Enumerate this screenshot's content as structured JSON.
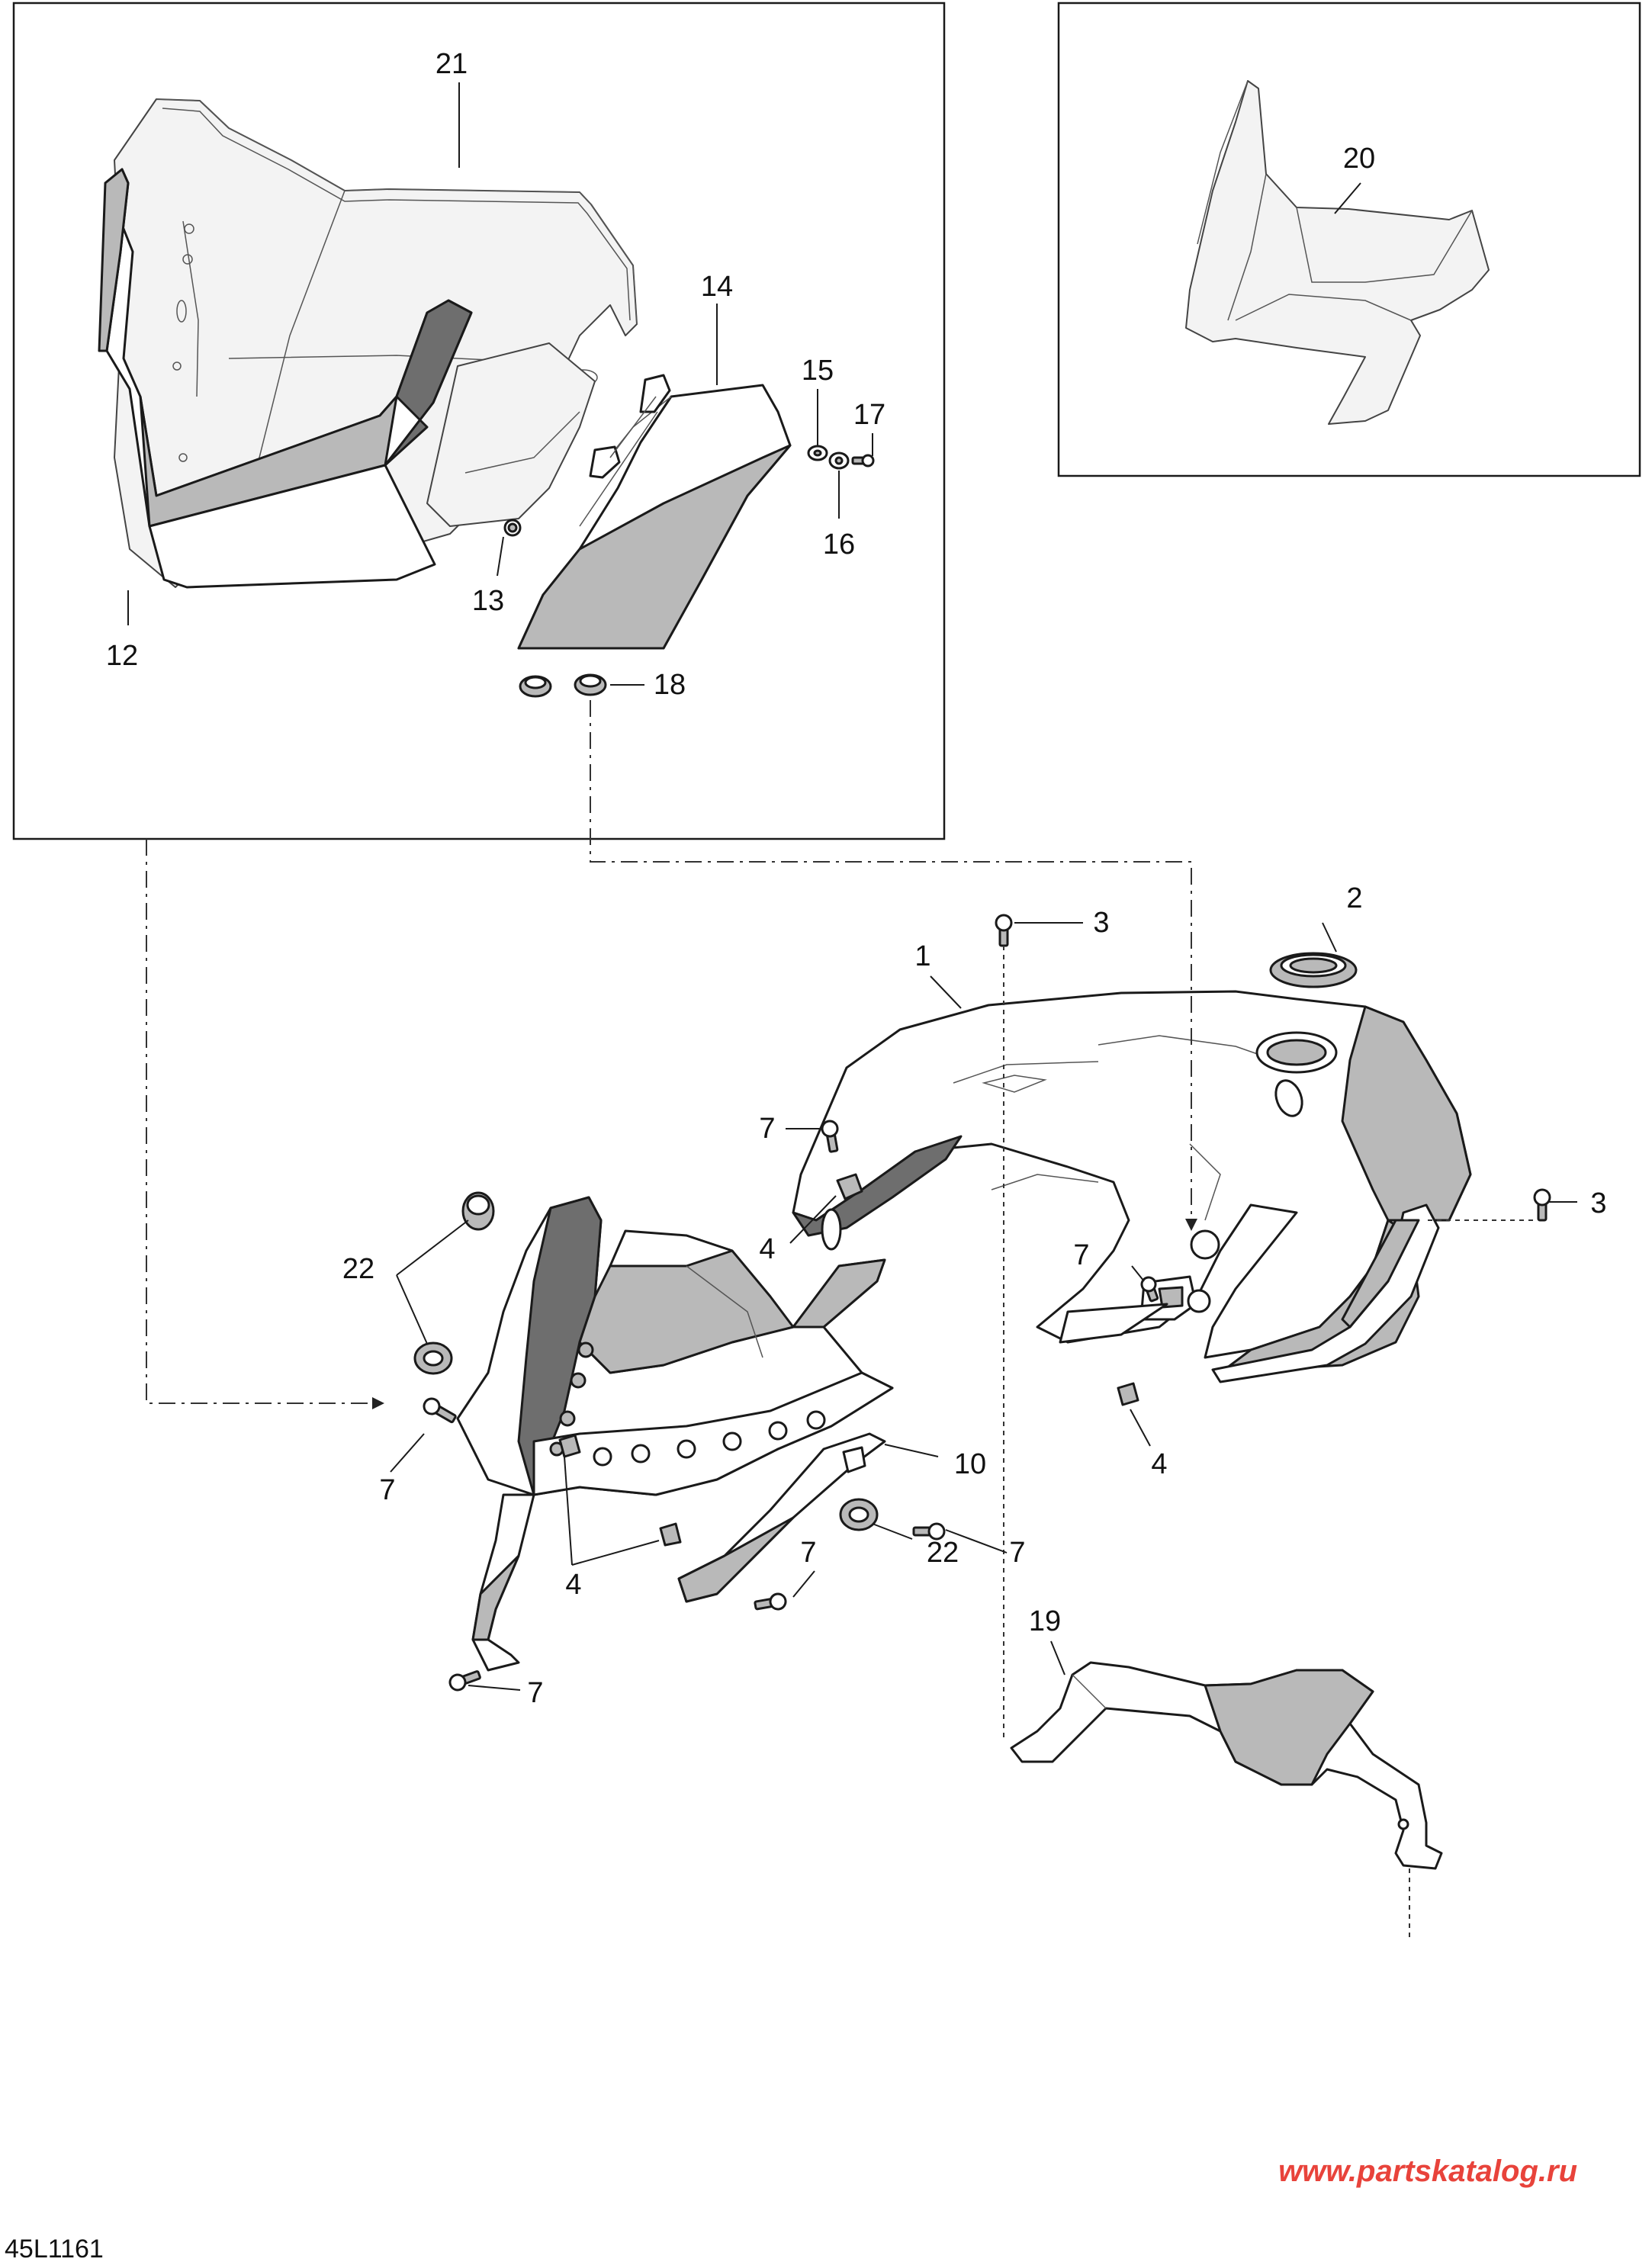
{
  "diagram_code": "45L1161",
  "watermark": {
    "text": "www.partskatalog.ru",
    "color": "#e8433b"
  },
  "callouts": {
    "c1": "1",
    "c2": "2",
    "c3a": "3",
    "c3b": "3",
    "c4a": "4",
    "c4b": "4",
    "c4c": "4",
    "c7a": "7",
    "c7b": "7",
    "c7c": "7",
    "c7d": "7",
    "c7e": "7",
    "c7f": "7",
    "c10": "10",
    "c12": "12",
    "c13": "13",
    "c14": "14",
    "c15": "15",
    "c16": "16",
    "c17": "17",
    "c18": "18",
    "c19": "19",
    "c20": "20",
    "c21": "21",
    "c22a": "22",
    "c22b": "22"
  }
}
